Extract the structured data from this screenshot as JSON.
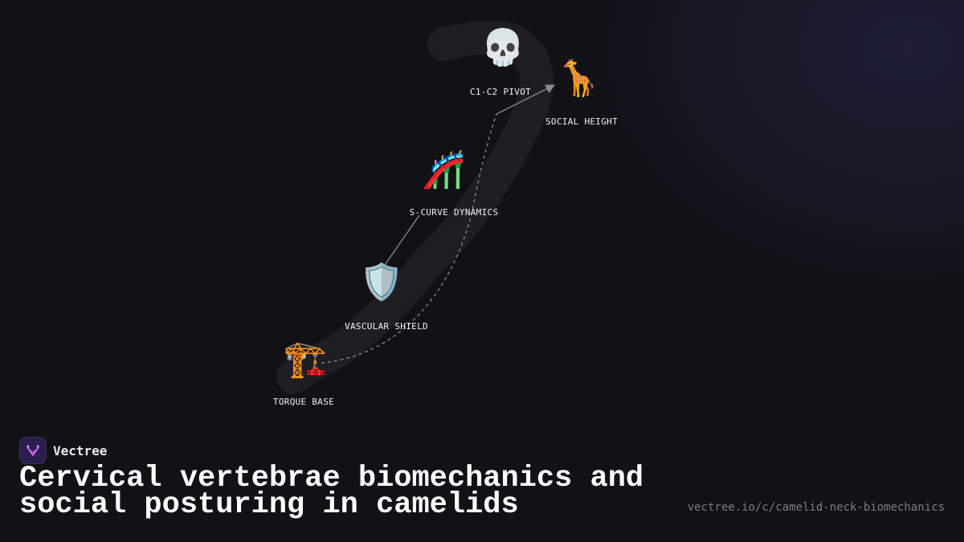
{
  "brand": {
    "name": "Vectree"
  },
  "title": "Cervical vertebrae biomechanics and social posturing in camelids",
  "url": "vectree.io/c/camelid-neck-biomechanics",
  "colors": {
    "background": "#111116",
    "neck_path": "#1f1f22",
    "connector": "#8a8a90",
    "brand_logo": "#2a1f4d"
  },
  "nodes": [
    {
      "id": "pivot",
      "icon": "skull-icon",
      "glyph": "💀",
      "label": "C1-C2 PIVOT"
    },
    {
      "id": "social",
      "icon": "giraffe-icon",
      "glyph": "🦒",
      "label": "SOCIAL HEIGHT"
    },
    {
      "id": "scurve",
      "icon": "roller-coaster-icon",
      "glyph": "🎢",
      "label": "S-CURVE DYNAMICS"
    },
    {
      "id": "vascular",
      "icon": "shield-icon",
      "glyph": "🛡️",
      "label": "VASCULAR SHIELD"
    },
    {
      "id": "torque",
      "icon": "crane-icon",
      "glyph": "🏗️",
      "label": "TORQUE BASE"
    }
  ],
  "connections": [
    {
      "from": "pivot",
      "to": "social",
      "style": "solid-arrow"
    },
    {
      "from": "scurve",
      "to": "vascular",
      "style": "solid-arrow"
    },
    {
      "from": "torque",
      "to": "pivot",
      "style": "dashed"
    }
  ]
}
